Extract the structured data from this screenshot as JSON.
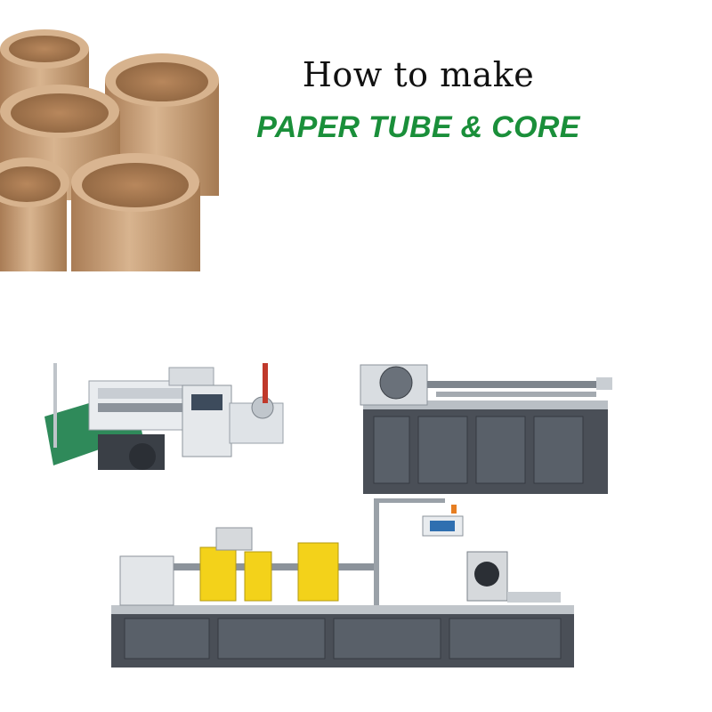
{
  "header": {
    "line1": "How to make",
    "line2": "PAPER TUBE & CORE"
  },
  "colors": {
    "accent_green": "#1a8f3a",
    "kraft": "#c9a07a",
    "machine_gray": "#4a4f57",
    "panel_yellow": "#f3d21a"
  },
  "images": {
    "tubes": "kraft-paper-tubes",
    "machine_1": "slitting-rewinding-machine",
    "machine_2": "tube-cutting-machine",
    "machine_3": "spiral-tube-winding-machine"
  }
}
